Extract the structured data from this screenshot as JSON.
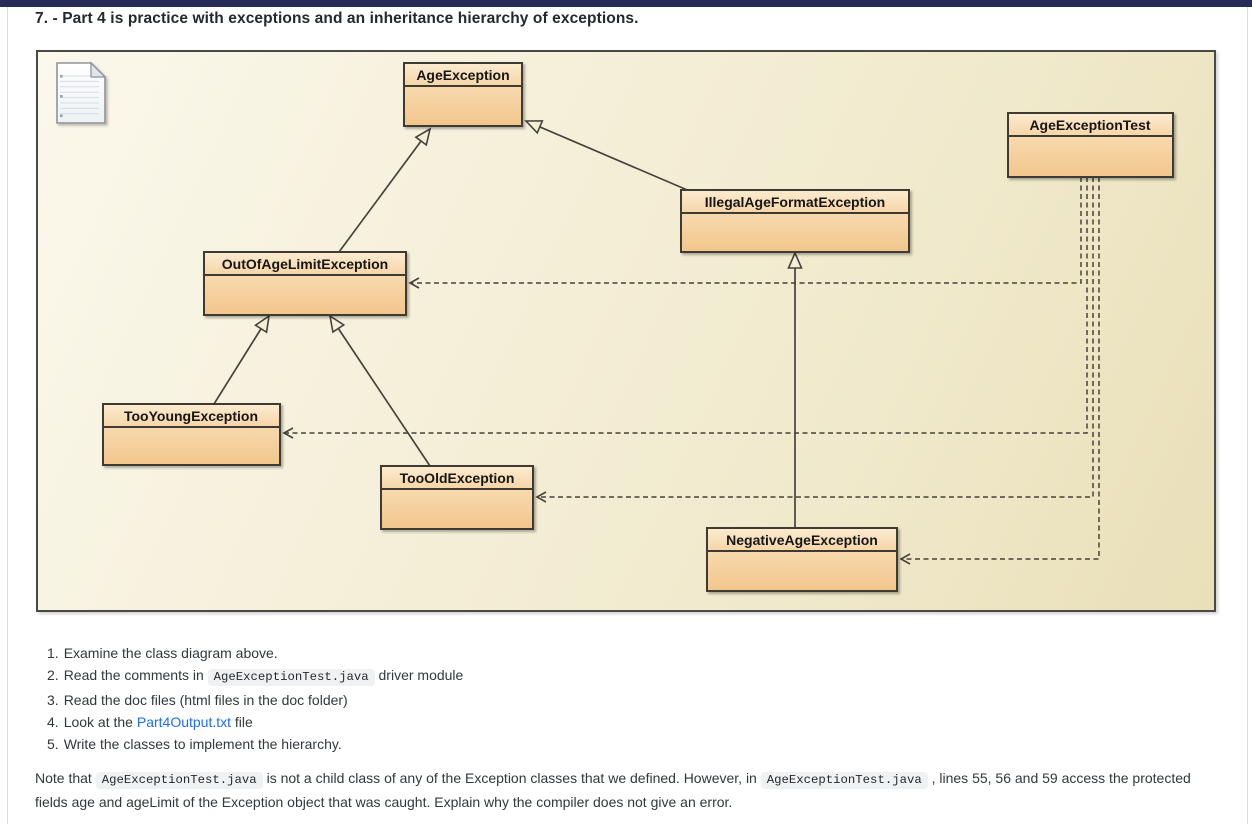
{
  "page": {
    "title": "7. - Part 4 is practice with exceptions and an inheritance hierarchy of exceptions."
  },
  "colors": {
    "top_bar": "#262c57",
    "panel_bg_light": "#fbf8ec",
    "panel_bg_dark": "#e9dfb8",
    "box_fill_top": "#fce9cd",
    "box_fill_bottom": "#f3c88e",
    "box_border": "#3e3a31",
    "edge_stroke": "#45433b",
    "link": "#1f6feb",
    "code_bg": "#eff1f2"
  },
  "diagram": {
    "icon": "document-icon",
    "classes": [
      {
        "name": "AgeException"
      },
      {
        "name": "AgeExceptionTest"
      },
      {
        "name": "IllegalAgeFormatException"
      },
      {
        "name": "OutOfAgeLimitException"
      },
      {
        "name": "TooYoungException"
      },
      {
        "name": "TooOldException"
      },
      {
        "name": "NegativeAgeException"
      }
    ],
    "generalizations": [
      {
        "child": "OutOfAgeLimitException",
        "parent": "AgeException"
      },
      {
        "child": "IllegalAgeFormatException",
        "parent": "AgeException"
      },
      {
        "child": "TooYoungException",
        "parent": "OutOfAgeLimitException"
      },
      {
        "child": "TooOldException",
        "parent": "OutOfAgeLimitException"
      },
      {
        "child": "NegativeAgeException",
        "parent": "IllegalAgeFormatException"
      }
    ],
    "dependencies": [
      {
        "from": "AgeExceptionTest",
        "to": "OutOfAgeLimitException"
      },
      {
        "from": "AgeExceptionTest",
        "to": "TooYoungException"
      },
      {
        "from": "AgeExceptionTest",
        "to": "TooOldException"
      },
      {
        "from": "AgeExceptionTest",
        "to": "NegativeAgeException"
      }
    ]
  },
  "instructions": [
    {
      "num": "1.",
      "text": "Examine the class diagram above."
    },
    {
      "num": "2.",
      "text_before": "Read the comments in",
      "code": "AgeExceptionTest.java",
      "text_after": "driver module"
    },
    {
      "num": "3.",
      "text": "Read the doc files (html files in the doc folder)"
    },
    {
      "num": "4.",
      "text_before": "Look at the",
      "link": "Part4Output.txt",
      "text_after": "file"
    },
    {
      "num": "5.",
      "text": "Write the classes to implement the hierarchy."
    }
  ],
  "note": {
    "p1": "Note that",
    "code1": "AgeExceptionTest.java",
    "p2": "is not a child class of any of the Exception classes that we defined. However, in",
    "code2": "AgeExceptionTest.java",
    "p3": ", lines 55, 56 and 59 access the protected fields age and ageLimit of the Exception object that was caught. Explain why the compiler does not give an error."
  }
}
